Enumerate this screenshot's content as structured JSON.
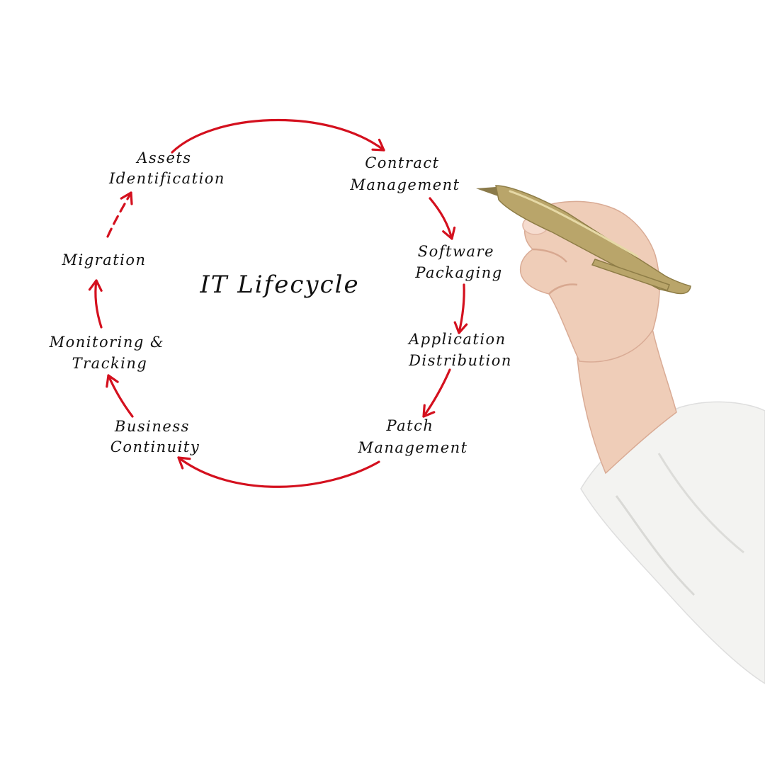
{
  "diagram": {
    "title": "IT Lifecycle",
    "arrow_color": "#d4101e",
    "nodes": [
      {
        "id": "assets",
        "lines": [
          "Assets",
          "Identification"
        ]
      },
      {
        "id": "contract",
        "lines": [
          "Contract",
          "Management"
        ]
      },
      {
        "id": "software",
        "lines": [
          "Software",
          "Packaging"
        ]
      },
      {
        "id": "application",
        "lines": [
          "Application",
          "Distribution"
        ]
      },
      {
        "id": "patch",
        "lines": [
          "Patch",
          "Management"
        ]
      },
      {
        "id": "business",
        "lines": [
          "Business",
          "Continuity"
        ]
      },
      {
        "id": "monitoring",
        "lines": [
          "Monitoring &",
          "Tracking"
        ]
      },
      {
        "id": "migration",
        "lines": [
          "Migration"
        ]
      }
    ],
    "flow": [
      {
        "from": "assets",
        "to": "contract",
        "style": "solid"
      },
      {
        "from": "contract",
        "to": "software",
        "style": "solid"
      },
      {
        "from": "software",
        "to": "application",
        "style": "solid"
      },
      {
        "from": "application",
        "to": "patch",
        "style": "solid"
      },
      {
        "from": "patch",
        "to": "business",
        "style": "solid"
      },
      {
        "from": "business",
        "to": "monitoring",
        "style": "solid"
      },
      {
        "from": "monitoring",
        "to": "migration",
        "style": "solid"
      },
      {
        "from": "migration",
        "to": "assets",
        "style": "dashed"
      }
    ]
  },
  "illustration": {
    "subject": "hand holding pen",
    "pen_color": "#b9a56a",
    "skin_color": "#efcdb8",
    "sleeve_color": "#f3f3f1"
  }
}
